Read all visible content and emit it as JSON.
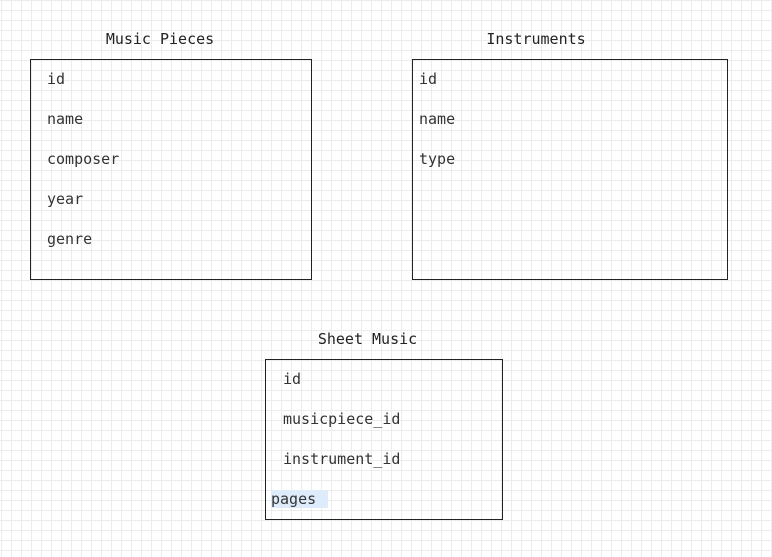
{
  "diagram": {
    "tables": {
      "music_pieces": {
        "title": "Music Pieces",
        "fields": [
          "id",
          "name",
          "composer",
          "year",
          "genre"
        ]
      },
      "instruments": {
        "title": "Instruments",
        "fields": [
          "id",
          "name",
          "type"
        ]
      },
      "sheet_music": {
        "title": "Sheet Music",
        "fields": [
          "id",
          "musicpiece_id",
          "instrument_id",
          "pages"
        ]
      }
    },
    "colors": {
      "grid_line": "#ececec",
      "border": "#222222",
      "text": "#333333",
      "selection": "#deebfa"
    }
  }
}
